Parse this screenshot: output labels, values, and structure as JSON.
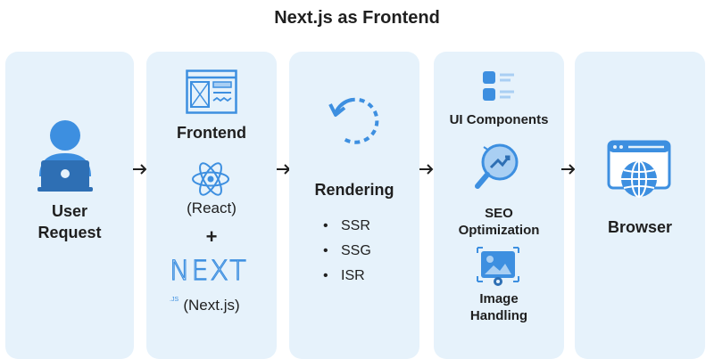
{
  "title": "Next.js as Frontend",
  "panels": {
    "user": {
      "label": "User\nRequest"
    },
    "frontend": {
      "heading": "Frontend",
      "react_label": "(React)",
      "plus": "+",
      "next_logo_text": "NEXT",
      "next_logo_suffix": ".JS",
      "next_label": "(Next.js)"
    },
    "rendering": {
      "heading": "Rendering",
      "bullets": [
        "SSR",
        "SSG",
        "ISR"
      ],
      "bullet_char": "•"
    },
    "features": {
      "ui_components": "UI Components",
      "seo": "SEO\nOptimization",
      "image": "Image\nHandling"
    },
    "browser": {
      "label": "Browser"
    }
  },
  "arrow_char": "→",
  "colors": {
    "panel_bg": "#e6f2fb",
    "icon_blue": "#3d8fe0",
    "icon_light": "#a9cff3",
    "text": "#1f1f1f"
  },
  "icons": [
    "user-icon",
    "wireframe-icon",
    "react-icon",
    "refresh-icon",
    "components-icon",
    "seo-icon",
    "image-icon",
    "browser-globe-icon"
  ]
}
